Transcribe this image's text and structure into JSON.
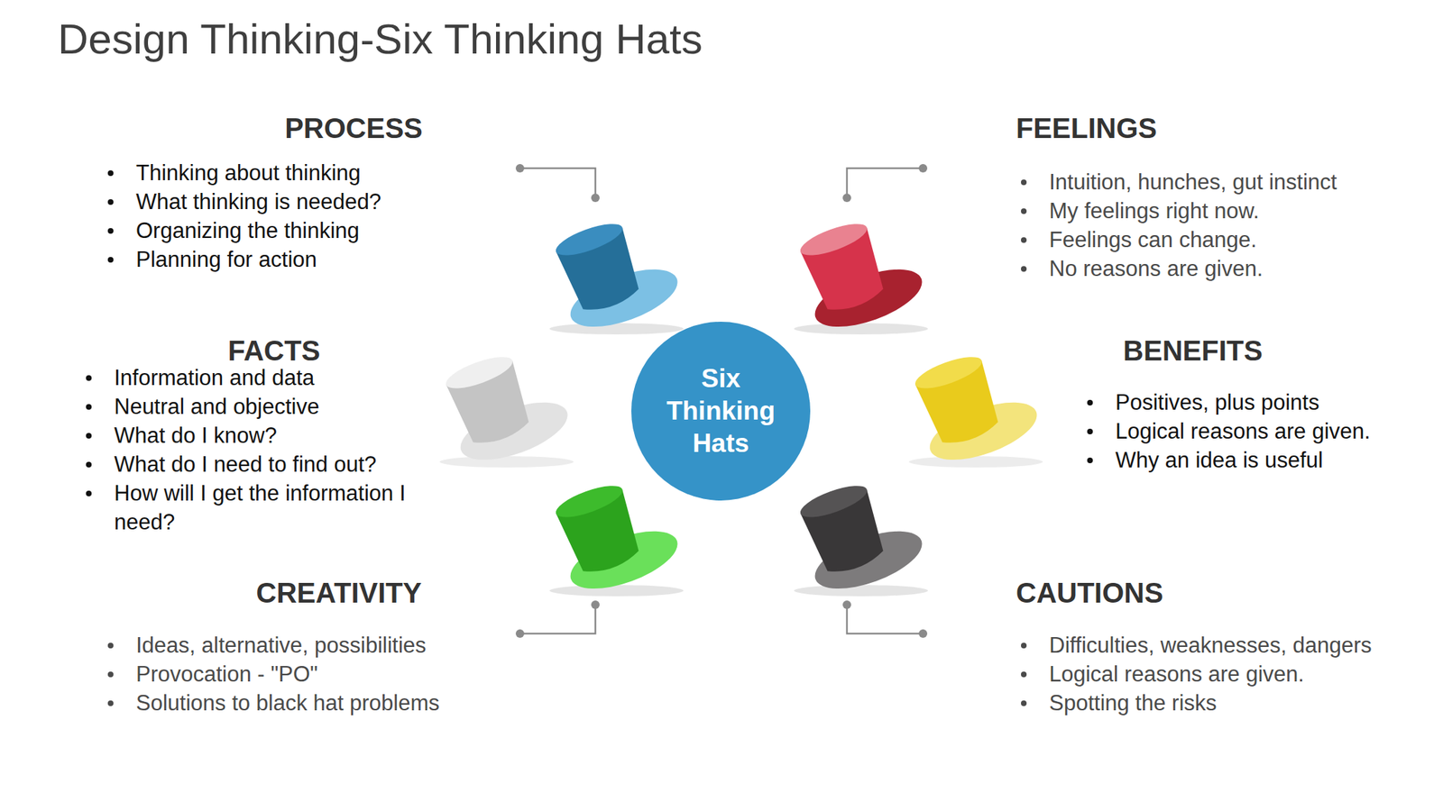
{
  "diagram": {
    "title": "Design Thinking-Six Thinking Hats",
    "nodes": [
      {
        "text": [
          "Six Thinking Hats"
        ]
      }
    ],
    "labels": [
      "PROCESS",
      "Thinking about thinking",
      "What thinking is needed?",
      "Organizing the thinking",
      "Planning for action",
      "FEELINGS",
      "Intuition, hunches, gut instinct",
      "My feelings right now.",
      "Feelings can change.",
      "No reasons are given.",
      "FACTS",
      "Information and data",
      "Neutral and objective",
      "What do I know?",
      "What do I need to find out?",
      "How will I get the information I need?",
      "BENEFITS",
      "Positives, plus points",
      "Logical reasons are given.",
      "Why an idea is useful",
      "CREATIVITY",
      "Ideas, alternative, possibilities",
      "Provocation - \"PO\"",
      "Solutions to black hat problems",
      "CAUTIONS",
      "Difficulties, weaknesses, dangers",
      "Logical reasons are given.",
      "Spotting the risks"
    ]
  }
}
